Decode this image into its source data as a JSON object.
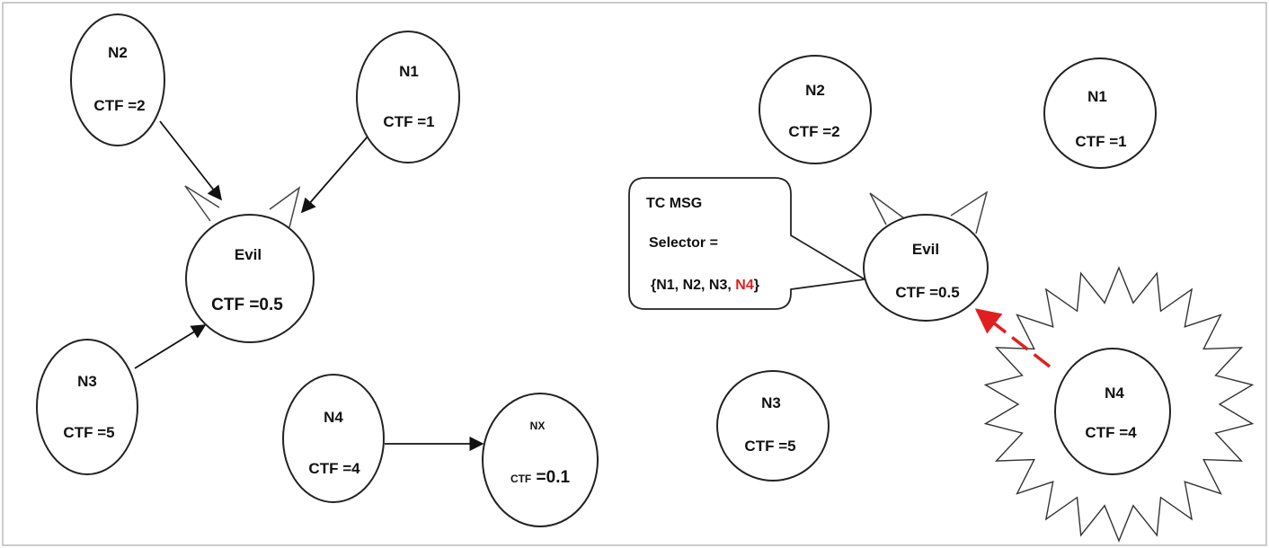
{
  "left_panel": {
    "nodes": {
      "n2": {
        "name": "N2",
        "ctf": "CTF =2"
      },
      "n1": {
        "name": "N1",
        "ctf": "CTF =1"
      },
      "evil": {
        "name": "Evil",
        "ctf": "CTF =0.5"
      },
      "n3": {
        "name": "N3",
        "ctf": "CTF =5"
      },
      "n4": {
        "name": "N4",
        "ctf": "CTF =4"
      },
      "nx": {
        "name": "NX",
        "ctf_prefix": "CTF",
        "ctf_value": " =0.1"
      }
    }
  },
  "right_panel": {
    "nodes": {
      "n2": {
        "name": "N2",
        "ctf": "CTF =2"
      },
      "n1": {
        "name": "N1",
        "ctf": "CTF =1"
      },
      "evil": {
        "name": "Evil",
        "ctf": "CTF =0.5"
      },
      "n3": {
        "name": "N3",
        "ctf": "CTF =5"
      },
      "n4": {
        "name": "N4",
        "ctf": "CTF =4"
      }
    },
    "callout": {
      "line1": "TC MSG",
      "line2": "Selector =",
      "selector_prefix": "{N1, N2, N3, ",
      "selector_highlight": "N4",
      "selector_suffix": "}"
    }
  },
  "colors": {
    "stroke": "#222222",
    "highlight": "#e02020"
  }
}
